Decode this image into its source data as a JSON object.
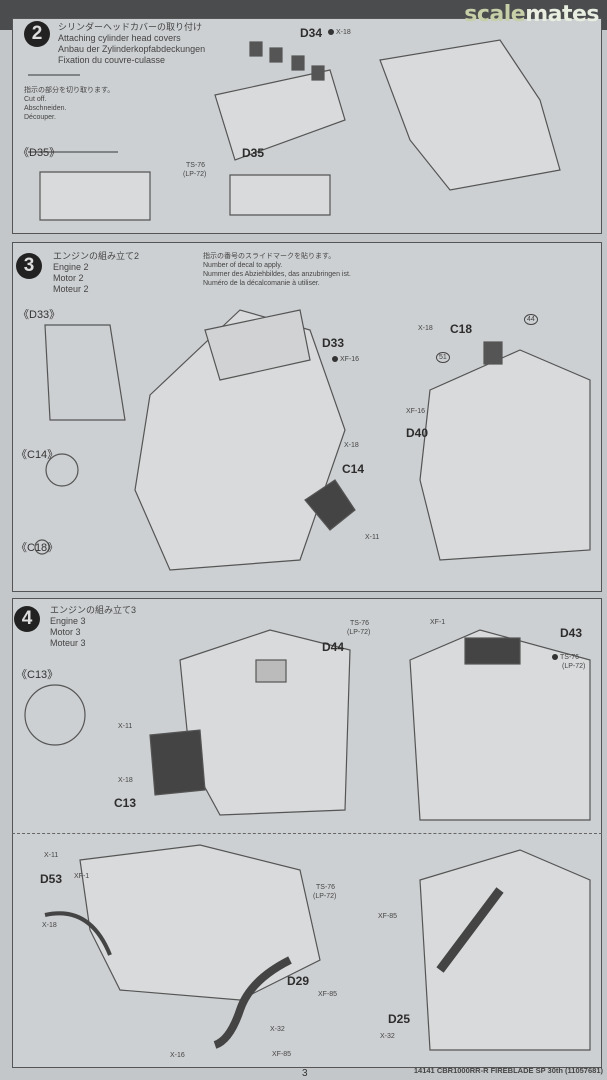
{
  "watermark": {
    "a": "scale",
    "b": "mates"
  },
  "steps": [
    {
      "number": "2",
      "title": [
        "シリンダーヘッドカバーの取り付け",
        "Attaching cylinder head covers",
        "Anbau der Zylinderkopfabdeckungen",
        "Fixation du couvre-culasse"
      ],
      "note": [
        "指示の部分を切り取ります。",
        "Cut off.",
        "Abschneiden.",
        "Découper."
      ]
    },
    {
      "number": "3",
      "title": [
        "エンジンの組み立て2",
        "Engine 2",
        "Motor 2",
        "Moteur 2"
      ],
      "note": [
        "指示の番号のスライドマークを貼ります。",
        "Number of decal to apply.",
        "Nummer des Abziehbildes, das anzubringen ist.",
        "Numéro de la décalcomanie à utiliser."
      ]
    },
    {
      "number": "4",
      "title": [
        "エンジンの組み立て3",
        "Engine 3",
        "Motor 3",
        "Moteur 3"
      ]
    }
  ],
  "labels": {
    "s2": {
      "d34": "D34",
      "x18": "X-18",
      "d35": "D35",
      "ts76": "TS-76",
      "lp72": "(LP-72)",
      "d35b": "《D35》"
    },
    "s3": {
      "d33b": "《D33》",
      "d33": "D33",
      "xf16": "XF-16",
      "x18": "X-18",
      "c18": "C18",
      "dec44": "44",
      "dec51": "51",
      "xf16b": "XF-16",
      "d40": "D40",
      "x18b": "X-18",
      "c14": "C14",
      "x11": "X-11",
      "c14b": "《C14》",
      "c18b": "《C18》"
    },
    "s4": {
      "c13b": "《C13》",
      "x11": "X-11",
      "x18": "X-18",
      "c13": "C13",
      "ts76": "TS-76",
      "lp72": "(LP-72)",
      "d44": "D44",
      "xf1": "XF-1",
      "d43": "D43",
      "ts76b": "TS-76",
      "lp72b": "(LP-72)"
    },
    "s4b": {
      "x11": "X-11",
      "d53": "D53",
      "xf1": "XF-1",
      "x18": "X-18",
      "ts76": "TS-76",
      "lp72": "(LP-72)",
      "xf85": "XF-85",
      "d29": "D29",
      "x32": "X-32",
      "x16": "X-16",
      "xf85b": "XF-85",
      "xf85c": "XF-85",
      "d25": "D25",
      "x32b": "X-32"
    }
  },
  "footer": "14141 CBR1000RR-R FIREBLADE SP 30th (11057681)",
  "page_number": "3"
}
